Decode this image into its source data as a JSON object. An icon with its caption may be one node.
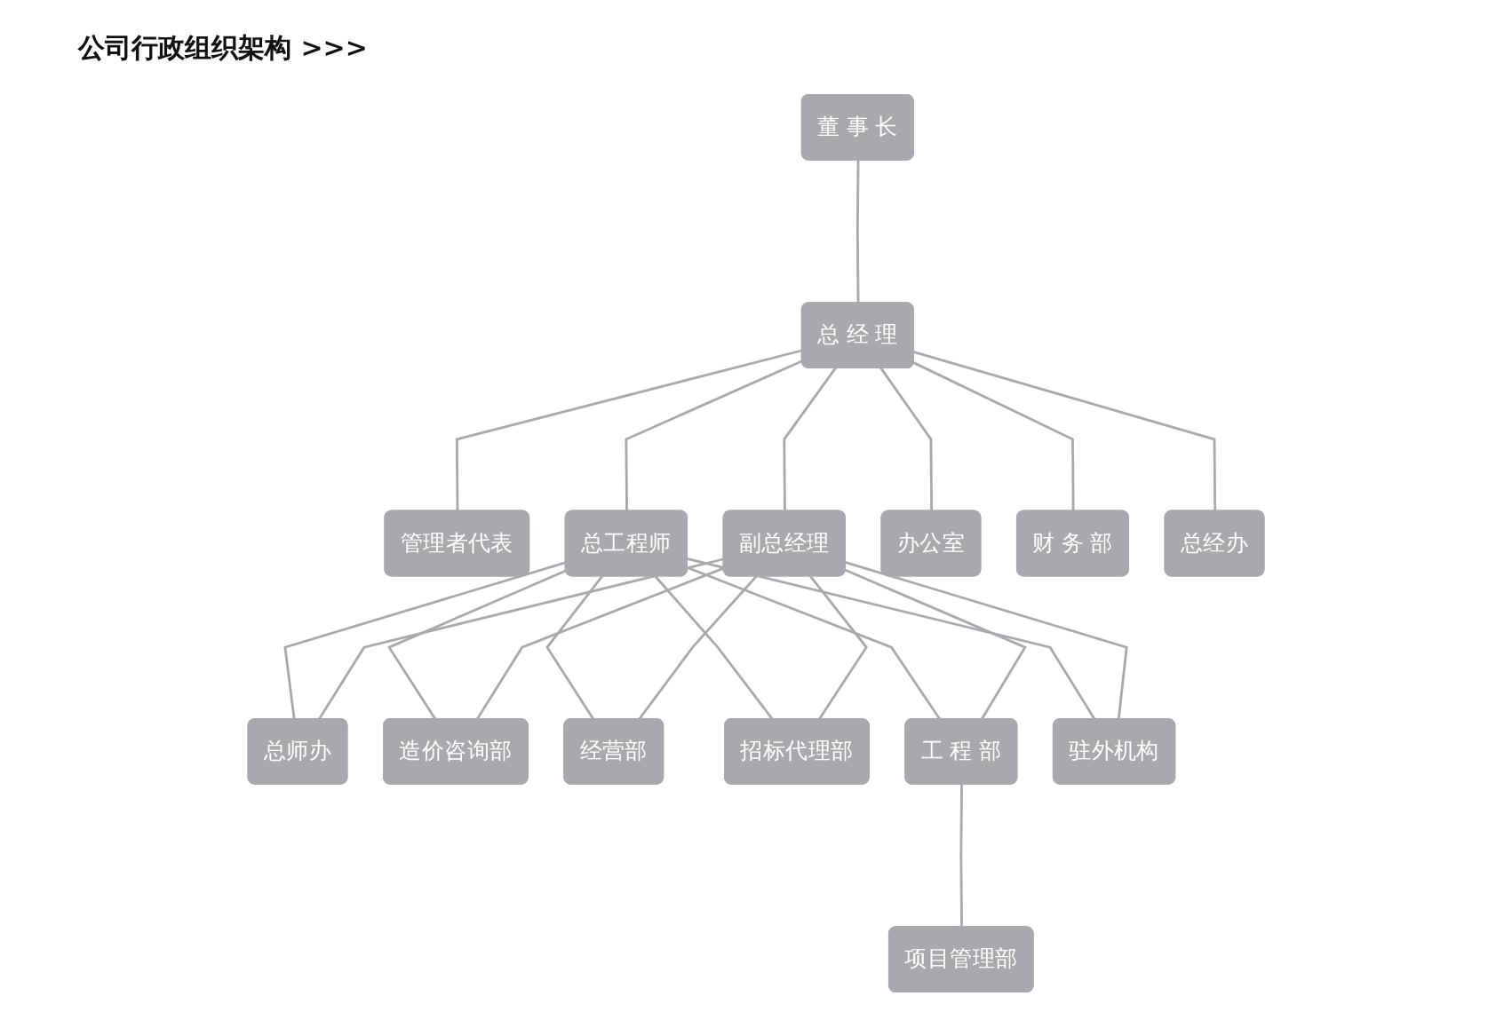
{
  "diagram": {
    "title": "公司行政组织架构 >>>",
    "nodes": [
      {
        "text": [
          "董 事 长"
        ]
      },
      {
        "text": [
          "总 经 理"
        ]
      },
      {
        "text": [
          "管理者代表"
        ]
      },
      {
        "text": [
          "总工程师"
        ]
      },
      {
        "text": [
          "副总经理"
        ]
      },
      {
        "text": [
          "办公室"
        ]
      },
      {
        "text": [
          "财 务 部"
        ]
      },
      {
        "text": [
          "总经办"
        ]
      },
      {
        "text": [
          "总师办"
        ]
      },
      {
        "text": [
          "造价咨询部"
        ]
      },
      {
        "text": [
          "经营部"
        ]
      },
      {
        "text": [
          "招标代理部"
        ]
      },
      {
        "text": [
          "工 程 部"
        ]
      },
      {
        "text": [
          "驻外机构"
        ]
      },
      {
        "text": [
          "项目管理部"
        ]
      }
    ],
    "edges": [
      {
        "from": 0,
        "to": 1,
        "arrow": "none"
      },
      {
        "from": 1,
        "to": 2,
        "arrow": "none"
      },
      {
        "from": 1,
        "to": 3,
        "arrow": "none"
      },
      {
        "from": 1,
        "to": 4,
        "arrow": "none"
      },
      {
        "from": 1,
        "to": 5,
        "arrow": "none"
      },
      {
        "from": 1,
        "to": 6,
        "arrow": "none"
      },
      {
        "from": 1,
        "to": 7,
        "arrow": "none"
      },
      {
        "from": 3,
        "to": 8,
        "arrow": "none"
      },
      {
        "from": 3,
        "to": 9,
        "arrow": "none"
      },
      {
        "from": 3,
        "to": 10,
        "arrow": "none"
      },
      {
        "from": 3,
        "to": 11,
        "arrow": "none"
      },
      {
        "from": 3,
        "to": 12,
        "arrow": "none"
      },
      {
        "from": 3,
        "to": 13,
        "arrow": "none"
      },
      {
        "from": 4,
        "to": 8,
        "arrow": "none"
      },
      {
        "from": 4,
        "to": 9,
        "arrow": "none"
      },
      {
        "from": 4,
        "to": 10,
        "arrow": "none"
      },
      {
        "from": 4,
        "to": 11,
        "arrow": "none"
      },
      {
        "from": 4,
        "to": 12,
        "arrow": "none"
      },
      {
        "from": 4,
        "to": 13,
        "arrow": "none"
      },
      {
        "from": 12,
        "to": 14,
        "arrow": "none"
      }
    ]
  }
}
